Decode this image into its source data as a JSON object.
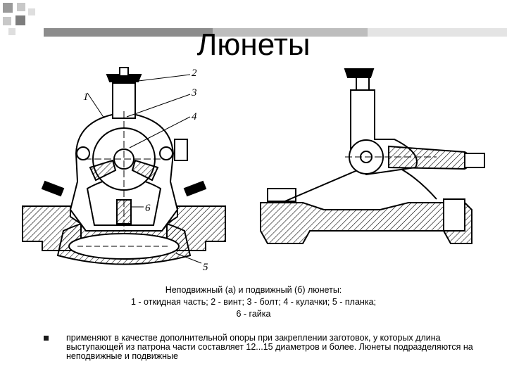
{
  "slide": {
    "title": "Люнеты",
    "accent_colors": [
      "#8c8c8c",
      "#bdbdbd",
      "#dcdcdc"
    ]
  },
  "figure": {
    "callouts": [
      "1",
      "2",
      "3",
      "4",
      "6",
      "5"
    ],
    "caption_lines": [
      "Неподвижный (а) и подвижный (б) люнеты:",
      "1 - откидная часть; 2 - винт; 3 - болт; 4 - кулачки; 5 - планка;",
      "6 - гайка"
    ]
  },
  "bullets": [
    {
      "marker_icon": "square-bullet-icon",
      "text": "применяют в качестве дополнительной опоры при закреплении заготовок, у которых длина выступающей из патрона части составляет 12...15 диаметров и более. Люнеты подразделяются на неподвижные и подвижные"
    }
  ]
}
